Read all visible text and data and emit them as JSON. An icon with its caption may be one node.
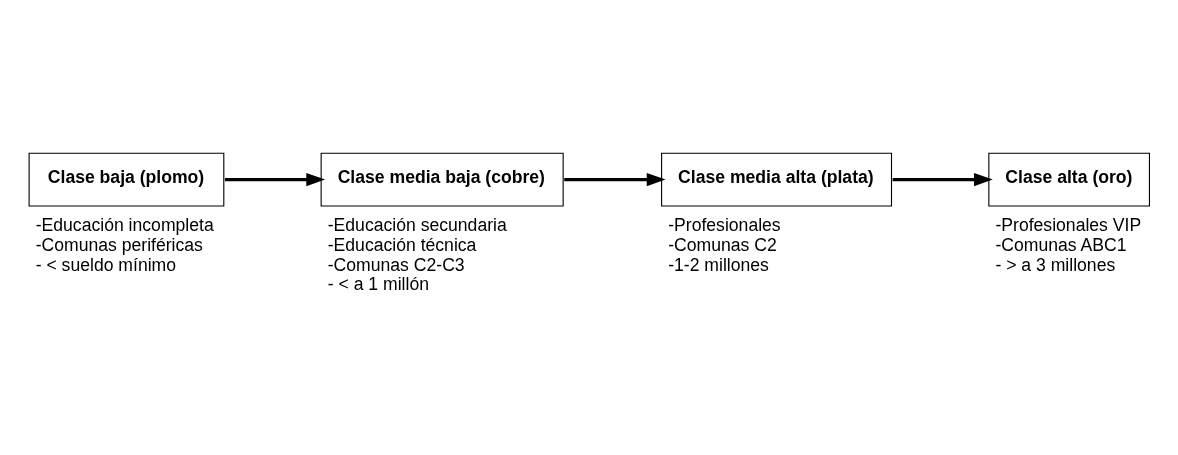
{
  "diagram": {
    "nodes": [
      {
        "text": [
          "Clase baja (plomo)"
        ],
        "beside": [
          "-Educación incompleta",
          "-Comunas periféricas",
          "- < sueldo mínimo"
        ]
      },
      {
        "text": [
          "Clase media baja (cobre)"
        ],
        "beside": [
          "-Educación secundaria",
          "-Educación técnica",
          "-Comunas C2-C3",
          "- < a 1 millón"
        ]
      },
      {
        "text": [
          "Clase media alta (plata)"
        ],
        "beside": [
          "-Profesionales",
          "-Comunas C2",
          "-1-2 millones"
        ]
      },
      {
        "text": [
          "Clase alta (oro)"
        ],
        "beside": [
          "-Profesionales VIP",
          "-Comunas ABC1",
          "- > a 3 millones"
        ]
      }
    ],
    "edges": [
      {
        "from": 0,
        "to": 1,
        "arrow": "to"
      },
      {
        "from": 1,
        "to": 2,
        "arrow": "to"
      },
      {
        "from": 2,
        "to": 3,
        "arrow": "to"
      }
    ]
  }
}
